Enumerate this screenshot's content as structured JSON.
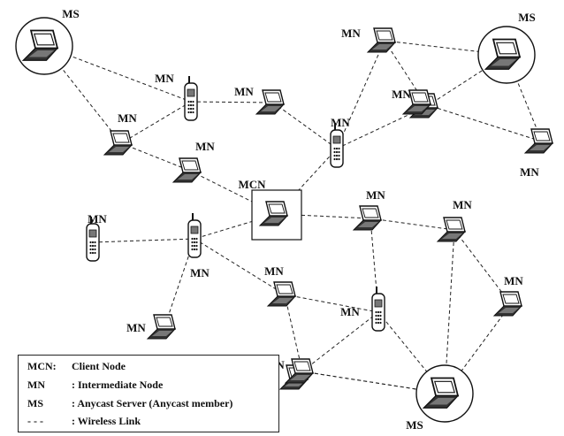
{
  "labels": {
    "ms": "MS",
    "mn": "MN",
    "mcn": "MCN"
  },
  "legend": [
    {
      "key": "MCN:",
      "text": "Client Node"
    },
    {
      "key": "MN",
      "text": ": Intermediate Node"
    },
    {
      "key": "MS",
      "text": ": Anycast Server (Anycast member)"
    },
    {
      "key": "- - -",
      "text": ": Wireless Link"
    }
  ],
  "nodes": [
    {
      "id": "ms1",
      "kind": "ms",
      "label": "MS"
    },
    {
      "id": "ms2",
      "kind": "ms",
      "label": "MS"
    },
    {
      "id": "ms3",
      "kind": "ms",
      "label": "MS"
    },
    {
      "id": "mcn",
      "kind": "mcn",
      "label": "MCN"
    },
    {
      "id": "phone1",
      "kind": "phone",
      "label": "MN"
    },
    {
      "id": "lap1",
      "kind": "laptop",
      "label": "MN"
    },
    {
      "id": "lap2",
      "kind": "laptop",
      "label": "MN"
    },
    {
      "id": "lap3",
      "kind": "laptop",
      "label": "MN"
    },
    {
      "id": "lap4",
      "kind": "laptop",
      "label": "MN"
    },
    {
      "id": "phone2",
      "kind": "phone",
      "label": "MN"
    },
    {
      "id": "lap5",
      "kind": "laptop",
      "label": "MN"
    },
    {
      "id": "lap6",
      "kind": "laptop",
      "label": "MN"
    },
    {
      "id": "lap7",
      "kind": "laptop",
      "label": "MN"
    },
    {
      "id": "phone3",
      "kind": "phone",
      "label": "MN"
    },
    {
      "id": "phone4",
      "kind": "phone",
      "label": "MN"
    },
    {
      "id": "lap8",
      "kind": "laptop",
      "label": "MN"
    },
    {
      "id": "lap9",
      "kind": "laptop",
      "label": "MN"
    },
    {
      "id": "lap10",
      "kind": "laptop",
      "label": "MN"
    },
    {
      "id": "lap11",
      "kind": "laptop",
      "label": "MN"
    },
    {
      "id": "lap12",
      "kind": "laptop",
      "label": "MN"
    },
    {
      "id": "phone5",
      "kind": "phone",
      "label": "MN"
    },
    {
      "id": "lap13",
      "kind": "laptop",
      "label": "MN"
    },
    {
      "id": "lap14",
      "kind": "laptop",
      "label": "MN"
    }
  ],
  "links": [
    [
      "ms1",
      "phone1"
    ],
    [
      "ms1",
      "lap1"
    ],
    [
      "phone1",
      "lap1"
    ],
    [
      "phone1",
      "lap2"
    ],
    [
      "lap2",
      "phone2"
    ],
    [
      "phone2",
      "lap4"
    ],
    [
      "phone2",
      "lap5"
    ],
    [
      "lap5",
      "lap4"
    ],
    [
      "lap5",
      "ms2"
    ],
    [
      "lap4",
      "ms2"
    ],
    [
      "lap5",
      "lap7"
    ],
    [
      "ms2",
      "lap6"
    ],
    [
      "lap7",
      "lap6"
    ],
    [
      "lap1",
      "lap3"
    ],
    [
      "lap3",
      "mcn"
    ],
    [
      "mcn",
      "phone2"
    ],
    [
      "mcn",
      "phone3"
    ],
    [
      "mcn",
      "lap8"
    ],
    [
      "phone4",
      "phone3"
    ],
    [
      "phone3",
      "lap9"
    ],
    [
      "phone3",
      "lap10"
    ],
    [
      "lap8",
      "lap11"
    ],
    [
      "lap8",
      "phone5"
    ],
    [
      "lap11",
      "lap12"
    ],
    [
      "lap11",
      "ms3"
    ],
    [
      "lap12",
      "ms3"
    ],
    [
      "lap9",
      "phone5"
    ],
    [
      "phone5",
      "ms3"
    ],
    [
      "lap9",
      "lap14"
    ],
    [
      "phone5",
      "lap14"
    ],
    [
      "lap14",
      "ms3"
    ],
    [
      "lap14",
      "lap13"
    ],
    [
      "lap14",
      "ms3"
    ]
  ]
}
